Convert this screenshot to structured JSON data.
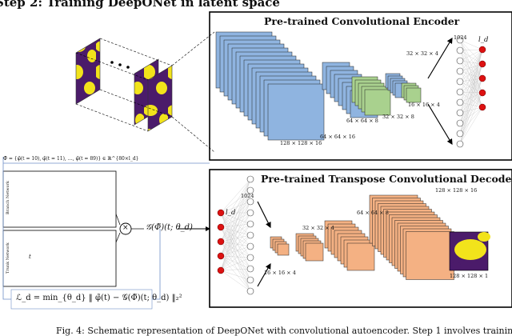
{
  "step_title": "Step 2: Training DeepONet in latent space",
  "encoder": {
    "title": "Pre-trained Convolutional Encoder",
    "dims": [
      "128 × 128 × 16",
      "64 × 64 × 16",
      "64 × 64 × 8",
      "32 × 32 × 8",
      "32 × 32 × 4",
      "16 × 16 × 4",
      "1024"
    ],
    "latent_label": "l_d"
  },
  "decoder": {
    "title": "Pre-trained Transpose Convolutional Decoder",
    "dims": [
      "1024",
      "16 × 16 × 4",
      "32 × 32 × 4",
      "64 × 64 × 8",
      "128 × 128 × 16",
      "128 × 128 × 1"
    ],
    "latent_label": "l_d"
  },
  "deeponet": {
    "input_formula": "Φ̃ = {φ̃(t = 10), φ̃(t = 11), …, φ̃(t = 89)} ∈ ℝ^{80×l_d}",
    "branch_label": "Branch Network",
    "trunk_label": "Trunk Network",
    "trunk_input": "t",
    "product_symbol": "×",
    "output_label": "𝒢(Φ̃)(t; θ_d)",
    "loss_label": "ℒ_d = min_{θ_d} ‖ φ̃(t) − 𝒢(Φ̃)(t; θ_d) ‖₂²"
  },
  "caption": "Fig. 4: Schematic representation of DeepONet with convolutional autoencoder. Step 1 involves training"
}
